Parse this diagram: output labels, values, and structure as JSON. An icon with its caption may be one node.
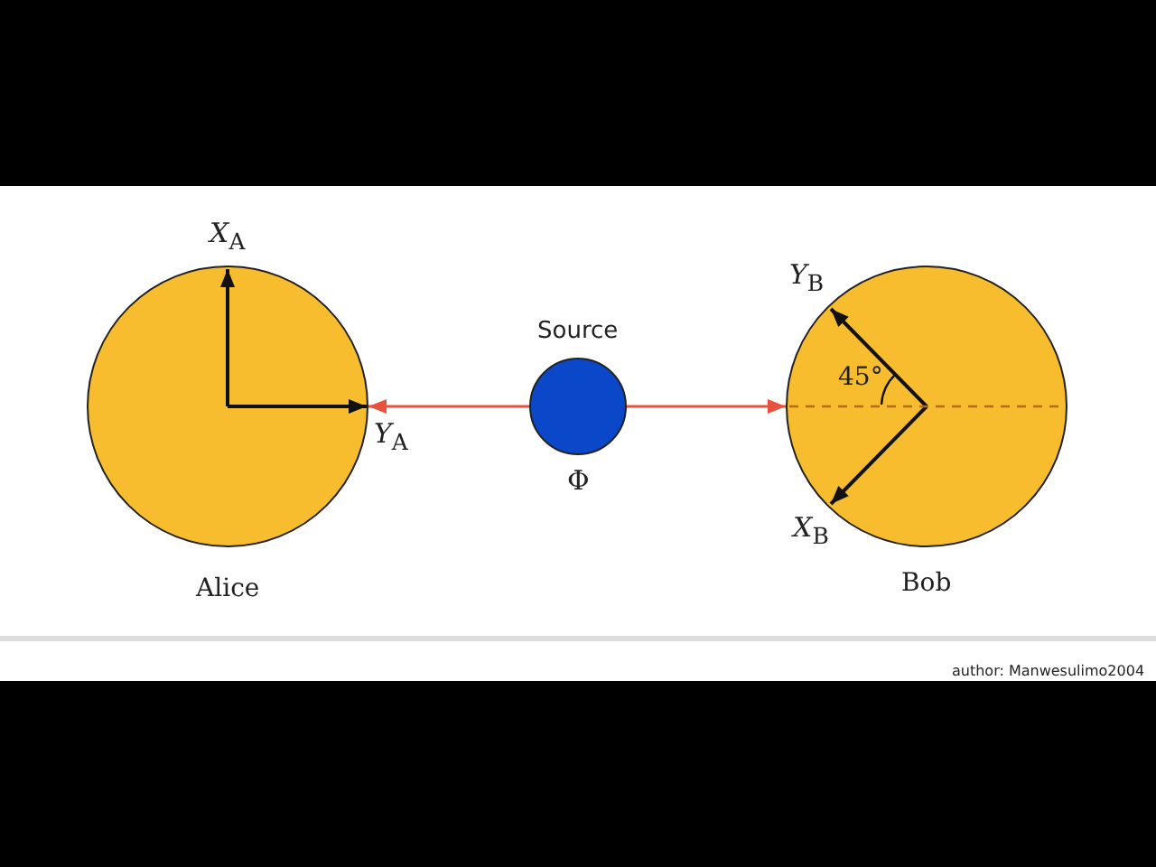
{
  "diagram": {
    "nodes": [
      {
        "text": [
          "Alice"
        ]
      },
      {
        "text": [
          "Source"
        ],
        "beside": [
          "Φ"
        ]
      },
      {
        "text": [
          "Bob"
        ]
      }
    ],
    "edges": [
      {
        "from": 1,
        "to": 0,
        "arrow": "to",
        "color": "#e8513c"
      },
      {
        "from": 1,
        "to": 2,
        "arrow": "to",
        "color": "#e8513c"
      }
    ],
    "labels": [
      "*X*$_{A}$",
      "*Y*$_{B}$",
      "45°",
      "*Y*$_{A}$",
      "*X*$_{B}$",
      "author: Manwesulimo2004"
    ]
  }
}
